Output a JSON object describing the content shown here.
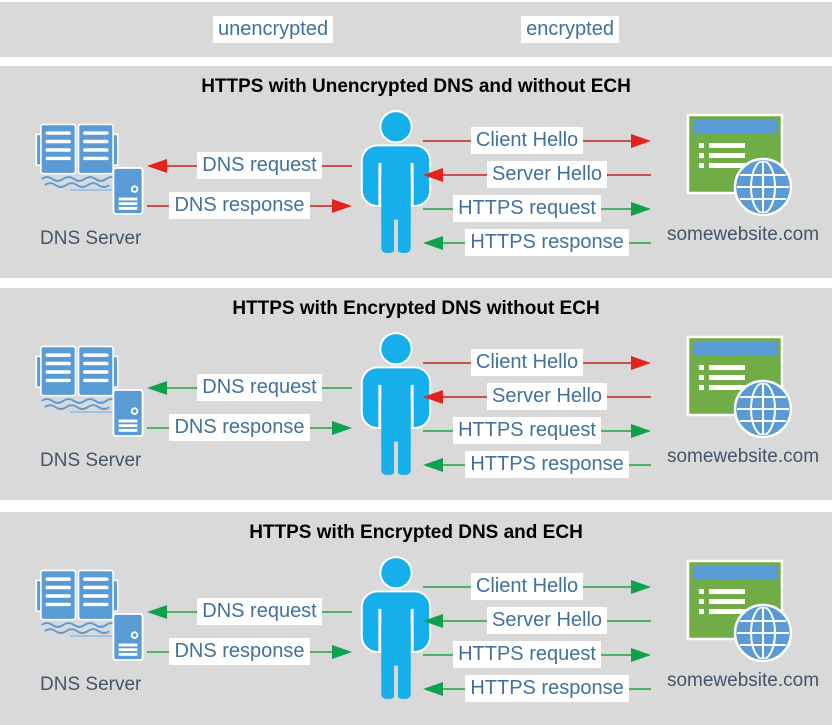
{
  "legend": {
    "items": [
      {
        "label": "unencrypted",
        "state": "unencrypted"
      },
      {
        "label": "encrypted",
        "state": "encrypted"
      }
    ]
  },
  "panels": [
    {
      "title": "HTTPS with Unencrypted DNS and without ECH",
      "dns_server_label": "DNS Server",
      "website_label": "somewebsite.com",
      "messages": {
        "dns_request": {
          "label": "DNS request",
          "state": "unencrypted",
          "direction": "to-dns-server"
        },
        "dns_response": {
          "label": "DNS response",
          "state": "unencrypted",
          "direction": "to-user"
        },
        "client_hello": {
          "label": "Client Hello",
          "state": "unencrypted",
          "direction": "to-website"
        },
        "server_hello": {
          "label": "Server Hello",
          "state": "unencrypted",
          "direction": "to-user"
        },
        "https_request": {
          "label": "HTTPS request",
          "state": "encrypted",
          "direction": "to-website"
        },
        "https_response": {
          "label": "HTTPS response",
          "state": "encrypted",
          "direction": "to-user"
        }
      }
    },
    {
      "title": "HTTPS with Encrypted DNS without ECH",
      "dns_server_label": "DNS Server",
      "website_label": "somewebsite.com",
      "messages": {
        "dns_request": {
          "label": "DNS request",
          "state": "encrypted",
          "direction": "to-dns-server"
        },
        "dns_response": {
          "label": "DNS response",
          "state": "encrypted",
          "direction": "to-user"
        },
        "client_hello": {
          "label": "Client Hello",
          "state": "unencrypted",
          "direction": "to-website"
        },
        "server_hello": {
          "label": "Server Hello",
          "state": "unencrypted",
          "direction": "to-user"
        },
        "https_request": {
          "label": "HTTPS request",
          "state": "encrypted",
          "direction": "to-website"
        },
        "https_response": {
          "label": "HTTPS response",
          "state": "encrypted",
          "direction": "to-user"
        }
      }
    },
    {
      "title": "HTTPS with Encrypted DNS and ECH",
      "dns_server_label": "DNS Server",
      "website_label": "somewebsite.com",
      "messages": {
        "dns_request": {
          "label": "DNS request",
          "state": "encrypted",
          "direction": "to-dns-server"
        },
        "dns_response": {
          "label": "DNS response",
          "state": "encrypted",
          "direction": "to-user"
        },
        "client_hello": {
          "label": "Client Hello",
          "state": "encrypted",
          "direction": "to-website"
        },
        "server_hello": {
          "label": "Server Hello",
          "state": "encrypted",
          "direction": "to-user"
        },
        "https_request": {
          "label": "HTTPS request",
          "state": "encrypted",
          "direction": "to-website"
        },
        "https_response": {
          "label": "HTTPS response",
          "state": "encrypted",
          "direction": "to-user"
        }
      }
    }
  ],
  "colors": {
    "panel_background": "#d9d9d9",
    "unencrypted_line": "#c9504a",
    "unencrypted_arrowhead": "#e2251c",
    "encrypted_line": "#4fae68",
    "encrypted_arrowhead": "#0fa14e",
    "message_label_text": "#41719c",
    "caption_text": "#44546a",
    "person_fill": "#16aeeb",
    "dns_icon_fill": "#5b9bd5",
    "website_fill": "#70ad47"
  },
  "icons": {
    "dns_server": "book-and-server-icon",
    "user": "person-icon",
    "website": "browser-window-globe-icon"
  }
}
